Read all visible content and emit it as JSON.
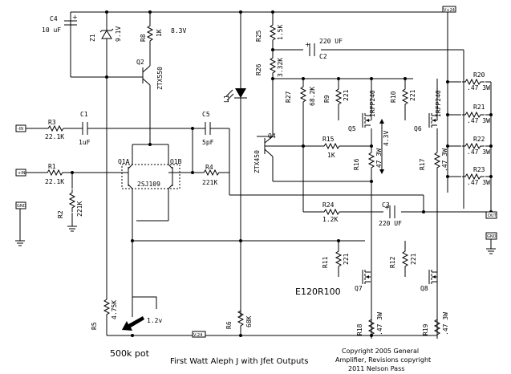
{
  "title": "First Watt Aleph J with Jfet Outputs",
  "pot_note": "500k pot",
  "copyright": [
    "Copyright 2005 General",
    "Amplifier, Revisions copyright",
    "2011 Nelson Pass"
  ],
  "model": "E120R100",
  "rails": {
    "vpos": "V+24",
    "vneg": "V-24"
  },
  "ports": {
    "in_neg": "-IN",
    "in_pos": "+IN",
    "gnd_in": "GND",
    "out": "OUT",
    "gnd_out": "GND"
  },
  "components": {
    "c4": {
      "ref": "C4",
      "value": "10 uF"
    },
    "z1": {
      "ref": "Z1",
      "value": "9.1V"
    },
    "r8": {
      "ref": "R8",
      "value": "1K"
    },
    "v83": "8.3V",
    "q2": {
      "ref": "Q2",
      "value": "ZTX550"
    },
    "r25": {
      "ref": "R25",
      "value": "1.5K"
    },
    "r26": {
      "ref": "R26",
      "value": "3.32K"
    },
    "c2": {
      "ref": "C2",
      "value": "220 UF"
    },
    "l1": {
      "ref": "L1"
    },
    "r27": {
      "ref": "R27",
      "value": "68.2K"
    },
    "r9": {
      "ref": "R9",
      "value": "221"
    },
    "r10": {
      "ref": "R10",
      "value": "221"
    },
    "q5": {
      "ref": "Q5",
      "value": "IRFP240"
    },
    "q6": {
      "ref": "Q6",
      "value": "IRFP240"
    },
    "r20": {
      "ref": "R20",
      "value": ".47 3W"
    },
    "r21": {
      "ref": "R21",
      "value": ".47 3W"
    },
    "r22": {
      "ref": "R22",
      "value": ".47 3W"
    },
    "r23": {
      "ref": "R23",
      "value": ".47 3W"
    },
    "r3": {
      "ref": "R3",
      "value": "22.1K"
    },
    "c1": {
      "ref": "C1",
      "value": "1uF"
    },
    "c5": {
      "ref": "C5",
      "value": "5pF"
    },
    "q4": {
      "ref": "Q4",
      "value": "ZTX450"
    },
    "r15": {
      "ref": "R15",
      "value": "1K"
    },
    "v43": "4.3V",
    "r16": {
      "ref": "R16",
      "value": ".47 3W"
    },
    "r17": {
      "ref": "R17",
      "value": ".47 3W"
    },
    "r1": {
      "ref": "R1",
      "value": "22.1K"
    },
    "q1a": {
      "ref": "Q1A"
    },
    "q1b": {
      "ref": "Q1B"
    },
    "q1": {
      "value": "2SJ109"
    },
    "r4": {
      "ref": "R4",
      "value": "221K"
    },
    "r2": {
      "ref": "R2",
      "value": "221K"
    },
    "r24": {
      "ref": "R24",
      "value": "1.2K"
    },
    "c3": {
      "ref": "C3",
      "value": "220 UF"
    },
    "r11": {
      "ref": "R11",
      "value": "221"
    },
    "r12": {
      "ref": "R12",
      "value": "221"
    },
    "q7": {
      "ref": "Q7"
    },
    "q8": {
      "ref": "Q8"
    },
    "r5": {
      "ref": "R5",
      "value": "4.75K"
    },
    "v12": "1.2v",
    "r6": {
      "ref": "R6",
      "value": "68K"
    },
    "r18": {
      "ref": "R18",
      "value": ".47 3W"
    },
    "r19": {
      "ref": "R19",
      "value": ".47 3W"
    }
  }
}
